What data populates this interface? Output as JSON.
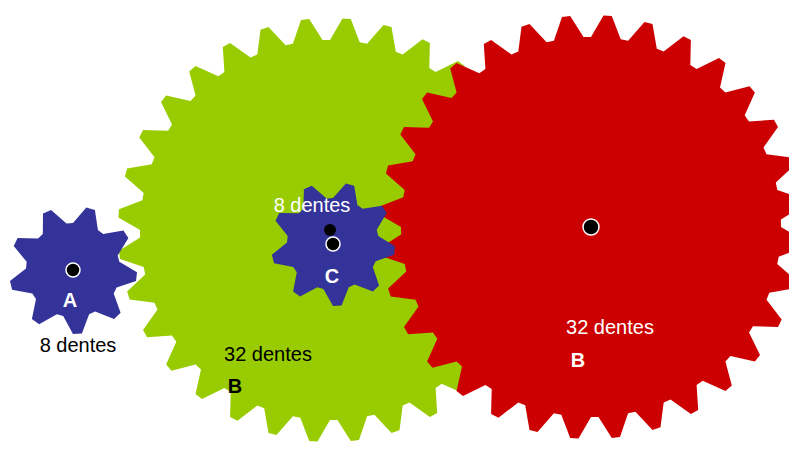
{
  "diagram": {
    "nodes": [
      {
        "text": [
          "A",
          "8 dentes"
        ]
      },
      {
        "text": [
          "32 dentes",
          "B"
        ]
      },
      {
        "text": [
          "8 dentes",
          "C"
        ],
        "in": 1
      },
      {
        "text": [
          "32 dentes",
          "B"
        ]
      }
    ]
  }
}
